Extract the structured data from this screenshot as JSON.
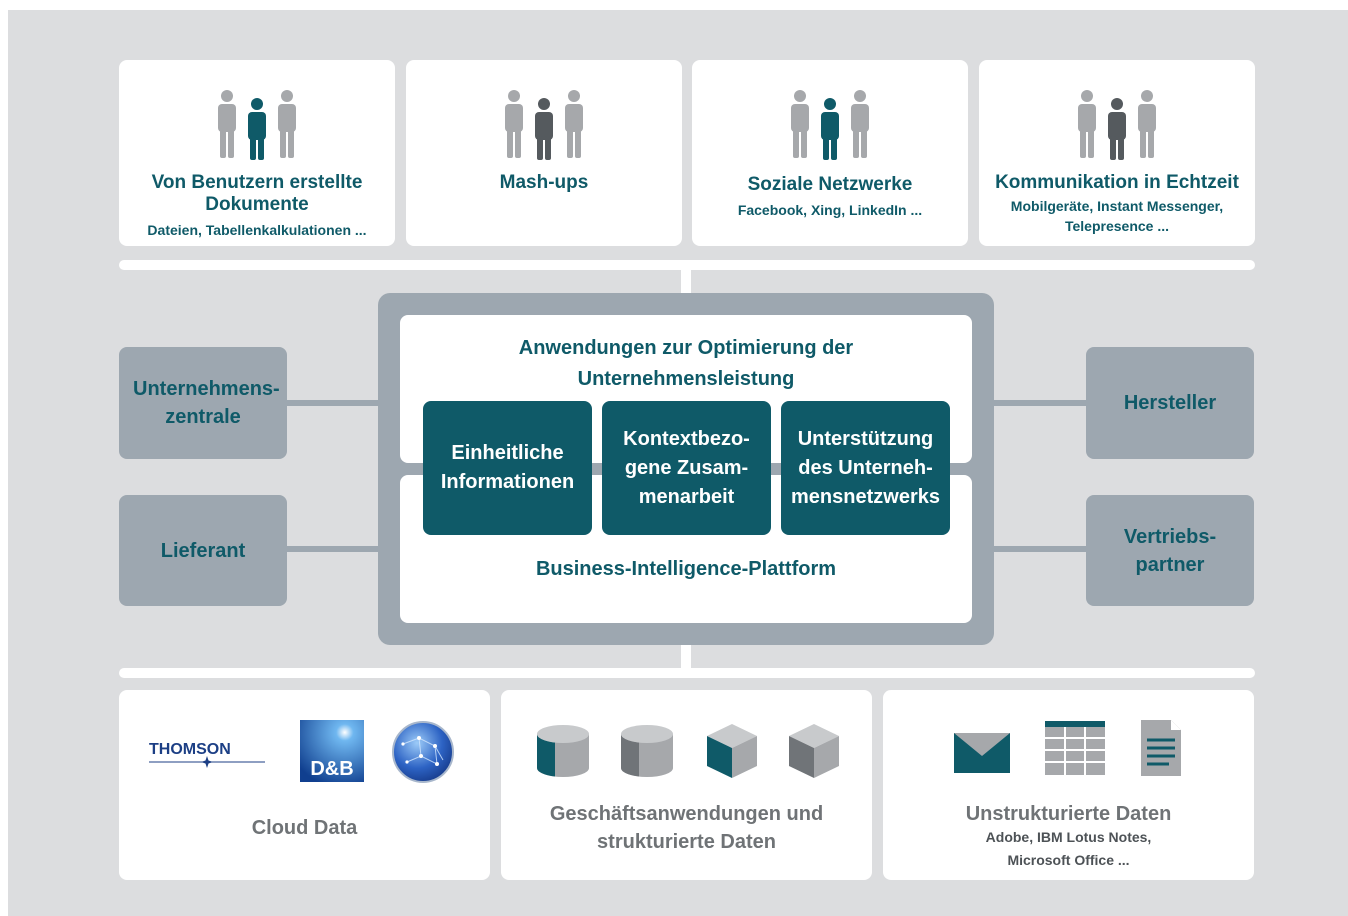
{
  "top_cards": [
    {
      "title": "Von Benutzern erstellte Dokumente",
      "subtitle": "Dateien, Tabellenkalkulationen ...",
      "icon": "people-group-icon",
      "highlight": "#0f5a68"
    },
    {
      "title": "Mash-ups",
      "subtitle": "",
      "icon": "people-group-icon",
      "highlight": "#555a5e"
    },
    {
      "title": "Soziale Netzwerke",
      "subtitle": "Facebook, Xing, LinkedIn ...",
      "icon": "people-group-icon",
      "highlight": "#0f5a68"
    },
    {
      "title": "Kommunikation in Echtzeit",
      "subtitle": "Mobilgeräte, Instant Messenger, Telepresence ...",
      "icon": "people-group-icon",
      "highlight": "#555a5e"
    }
  ],
  "left_boxes": [
    {
      "label": "Unternehmens-zentrale"
    },
    {
      "label": "Lieferant"
    }
  ],
  "right_boxes": [
    {
      "label": "Hersteller"
    },
    {
      "label": "Vertriebs-partner"
    }
  ],
  "center": {
    "apps_title": "Anwendungen zur Optimierung der Unternehmensleistung",
    "modules": [
      {
        "label": "Einheitliche Informationen"
      },
      {
        "label": "Kontextbezo-gene Zusam-menarbeit"
      },
      {
        "label": "Unterstützung des Unterneh-mensnetzwerks"
      }
    ],
    "platform_title": "Business-Intelligence-Plattform"
  },
  "bottom_cards": [
    {
      "title": "Cloud Data",
      "subtitle": "",
      "icons": [
        "thomson-logo",
        "dnb-logo",
        "globe-icon"
      ],
      "logo_texts": [
        "THOMSON",
        "D&B"
      ]
    },
    {
      "title": "Geschäftsanwendungen und strukturierte Daten",
      "subtitle": "",
      "icons": [
        "database-teal-icon",
        "database-grey-icon",
        "cube-teal-icon",
        "cube-grey-icon"
      ]
    },
    {
      "title": "Unstrukturierte Daten",
      "subtitle": "Adobe, IBM Lotus Notes, Microsoft Office ...",
      "icons": [
        "mail-icon",
        "spreadsheet-icon",
        "document-icon"
      ]
    }
  ],
  "colors": {
    "teal": "#0f5a68",
    "panel_grey": "#9da7b0",
    "background": "#dcdddf",
    "person_grey": "#a6a8ab"
  }
}
